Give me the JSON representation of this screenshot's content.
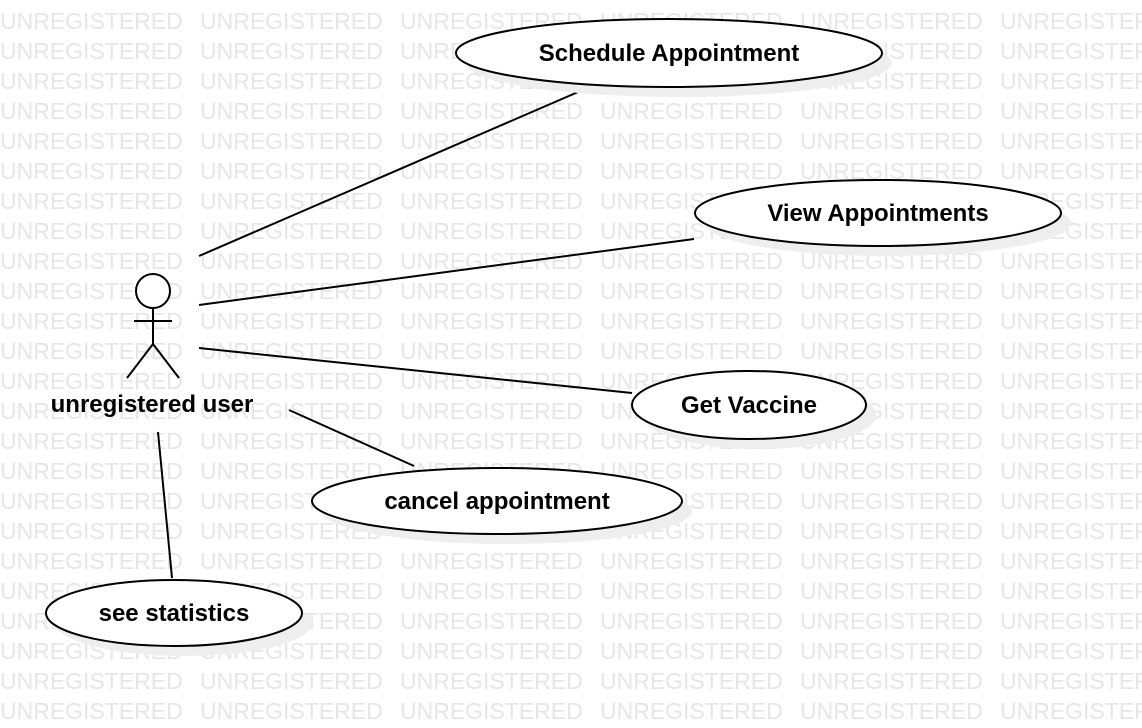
{
  "diagram": {
    "watermark": "UNREGISTERED",
    "actor": {
      "label": "unregistered user"
    },
    "use_cases": {
      "schedule": {
        "label": "Schedule Appointment"
      },
      "view": {
        "label": "View Appointments"
      },
      "vaccine": {
        "label": "Get Vaccine"
      },
      "cancel": {
        "label": "cancel appointment"
      },
      "statistics": {
        "label": "see statistics"
      }
    }
  }
}
